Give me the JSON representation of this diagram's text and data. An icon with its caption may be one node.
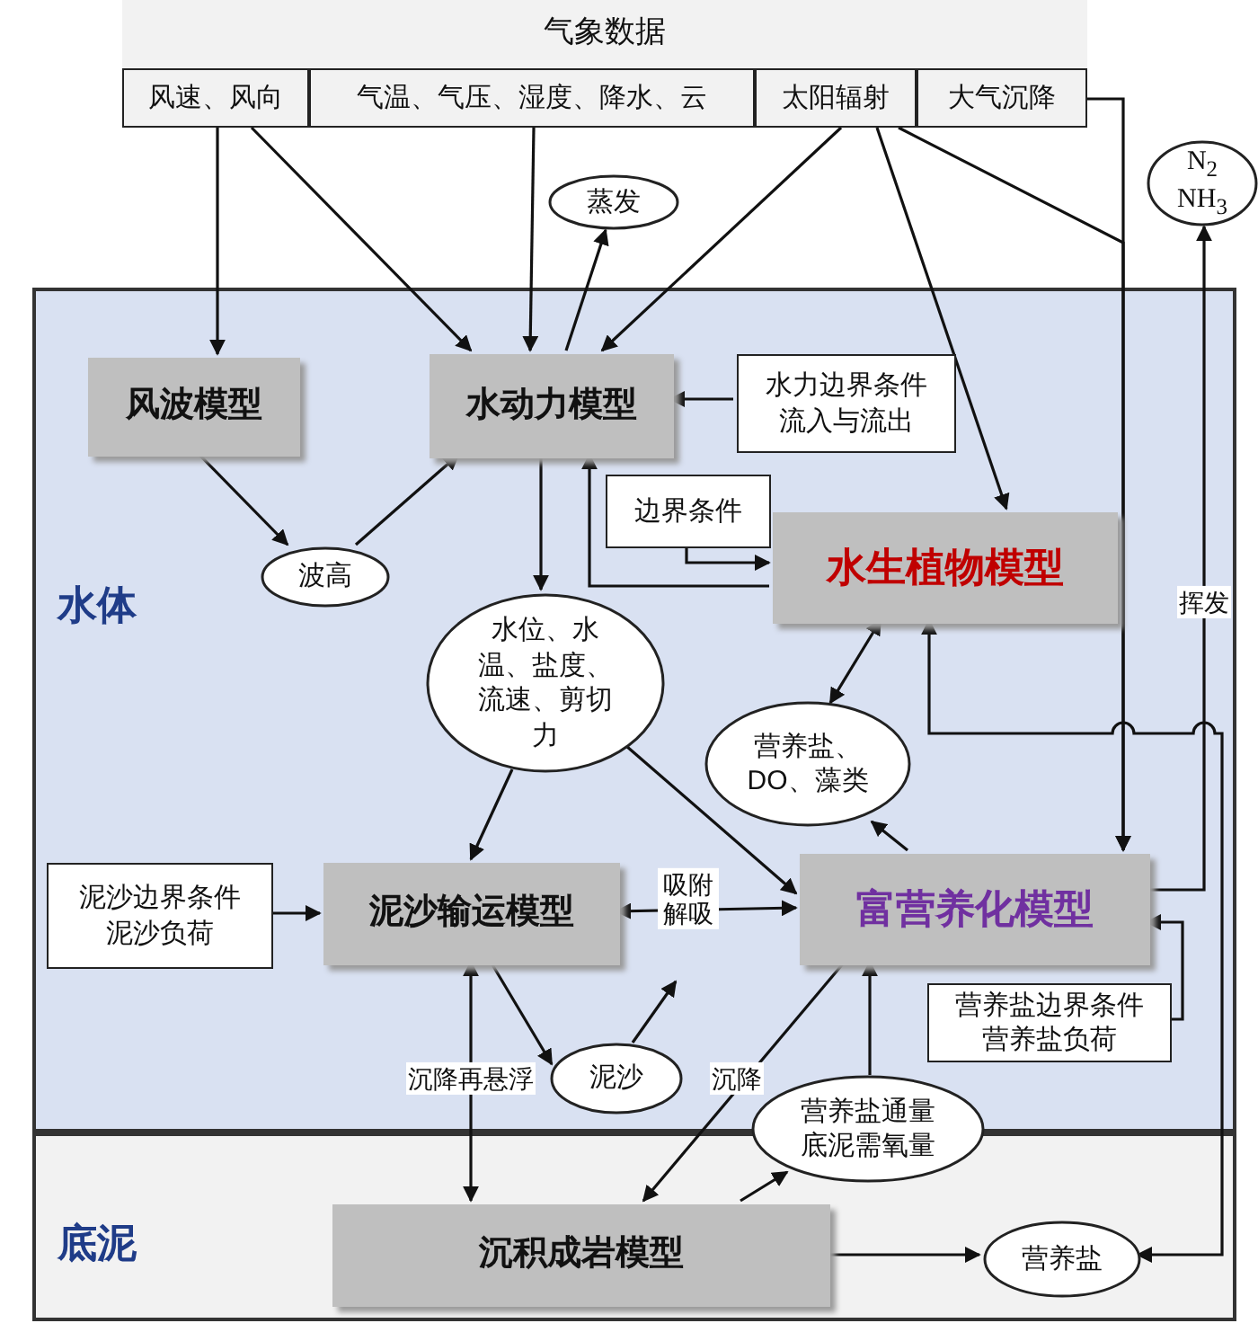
{
  "diagram": {
    "nodes": [
      {
        "text": [
          "气象数据"
        ]
      },
      {
        "text": [
          "风速、风向"
        ],
        "in": 0
      },
      {
        "text": [
          "气温、气压、湿度、降水、云"
        ],
        "in": 0
      },
      {
        "text": [
          "太阳辐射"
        ],
        "in": 0
      },
      {
        "text": [
          "大气沉降"
        ],
        "in": 0
      },
      {
        "text": [
          "N$_{2}$ NH$_{3}$"
        ]
      },
      {
        "text": [
          "蒸发"
        ]
      },
      {
        "text": [
          "水体"
        ]
      },
      {
        "text": [
          "风波模型"
        ],
        "in": 7
      },
      {
        "text": [
          "水动力模型"
        ],
        "in": 7
      },
      {
        "text": [
          "水力边界条件",
          "流入与流出"
        ],
        "in": 7
      },
      {
        "text": [
          "波高"
        ],
        "in": 7
      },
      {
        "text": [
          "边界条件"
        ],
        "in": 7
      },
      {
        "text": [
          "水生植物模型"
        ],
        "in": 7
      },
      {
        "text": [
          "水位、水温、盐度、流速、剪切力"
        ],
        "in": 7
      },
      {
        "text": [
          "营养盐、DO、藻类"
        ],
        "in": 7
      },
      {
        "text": [
          "泥沙边界条件",
          "泥沙负荷"
        ],
        "in": 7
      },
      {
        "text": [
          "泥沙输运模型"
        ],
        "in": 7
      },
      {
        "text": [
          "富营养化模型"
        ],
        "in": 7
      },
      {
        "text": [
          "营养盐边界条件",
          "营养盐负荷"
        ],
        "in": 7
      },
      {
        "text": [
          "泥沙"
        ],
        "in": 7
      },
      {
        "text": [
          "营养盐通量",
          "底泥需氧量"
        ]
      },
      {
        "text": [
          "底泥"
        ]
      },
      {
        "text": [
          "沉积成岩模型"
        ],
        "in": 22
      },
      {
        "text": [
          "营养盐"
        ],
        "in": 22
      }
    ],
    "edges": [
      {
        "from": 1,
        "to": 8,
        "arrow": "to"
      },
      {
        "from": 1,
        "to": 9,
        "arrow": "to"
      },
      {
        "from": 2,
        "to": 9,
        "arrow": "to"
      },
      {
        "from": 3,
        "to": 9,
        "arrow": "to"
      },
      {
        "from": 3,
        "to": 13,
        "arrow": "to"
      },
      {
        "from": 3,
        "to": 18,
        "arrow": "to"
      },
      {
        "from": 4,
        "to": 18,
        "arrow": "to"
      },
      {
        "from": 9,
        "to": 6,
        "arrow": "to"
      },
      {
        "from": 10,
        "to": 9,
        "arrow": "to"
      },
      {
        "from": 8,
        "to": 11,
        "arrow": "to"
      },
      {
        "from": 11,
        "to": 9,
        "arrow": "to"
      },
      {
        "from": 9,
        "to": 14,
        "arrow": "to"
      },
      {
        "from": 12,
        "to": 13,
        "arrow": "to"
      },
      {
        "from": 13,
        "to": 9,
        "arrow": "to"
      },
      {
        "from": 13,
        "to": 15,
        "arrow": "both"
      },
      {
        "from": 18,
        "to": 15,
        "arrow": "to"
      },
      {
        "from": 14,
        "to": 17,
        "arrow": "to"
      },
      {
        "from": 14,
        "to": 18,
        "arrow": "to"
      },
      {
        "from": 16,
        "to": 17,
        "arrow": "to"
      },
      {
        "from": 17,
        "to": 18,
        "arrow": "both",
        "label": "吸附解吸"
      },
      {
        "from": 17,
        "to": 20,
        "arrow": "to"
      },
      {
        "from": 20,
        "to": null,
        "arrow": "to"
      },
      {
        "from": 17,
        "to": 23,
        "arrow": "both",
        "label": "沉降再悬浮"
      },
      {
        "from": 18,
        "to": 23,
        "arrow": "to",
        "label": "沉降"
      },
      {
        "from": 23,
        "to": 21,
        "arrow": "to"
      },
      {
        "from": 21,
        "to": 18,
        "arrow": "to"
      },
      {
        "from": 23,
        "to": 24,
        "arrow": "to"
      },
      {
        "from": 19,
        "to": 18,
        "arrow": "to"
      },
      {
        "from": 18,
        "to": 5,
        "arrow": "to",
        "label": "挥发"
      },
      {
        "from": 13,
        "to": 24,
        "arrow": "both"
      }
    ]
  }
}
